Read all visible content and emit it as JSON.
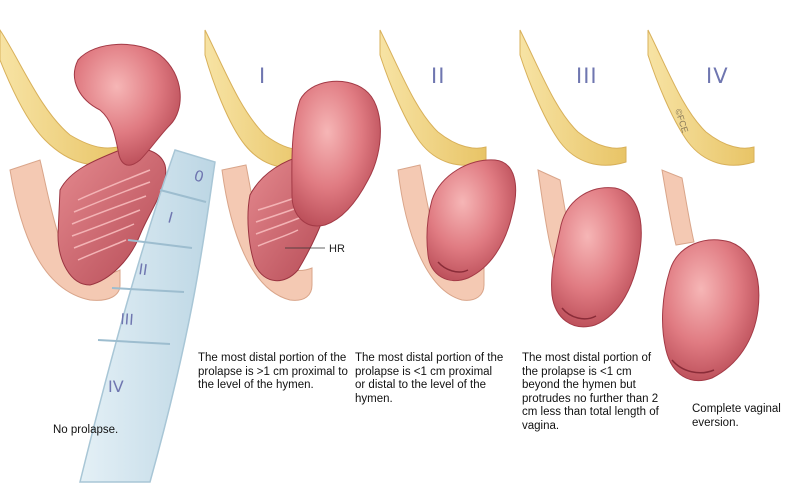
{
  "stage_labels": [
    "I",
    "II",
    "III",
    "IV"
  ],
  "ruler_marks": [
    "0",
    "I",
    "II",
    "III",
    "IV"
  ],
  "hr_label": "HR",
  "copyright_mark": "©FCE",
  "captions": {
    "stage0": "No prolapse.",
    "stage1": "The most distal portion of the prolapse is >1 cm proximal to the level of the hymen.",
    "stage2": "The most distal portion of the prolapse is <1 cm proximal or distal to the level of the hymen.",
    "stage3": "The most distal portion of the prolapse is <1 cm beyond the hymen but protrudes no further than 2 cm less than total length of vagina.",
    "stage4": "Complete vaginal eversion."
  },
  "colors": {
    "fat": "#f3d58a",
    "fat_dark": "#e6bf5c",
    "skin": "#f4c9b3",
    "tissue": "#d9676f",
    "tissue_light": "#ee9ea2",
    "tissue_dark": "#a33a46",
    "ruler": "#cfe3ee",
    "ruler_edge": "#a8c6d6",
    "label": "#6f76b0"
  }
}
